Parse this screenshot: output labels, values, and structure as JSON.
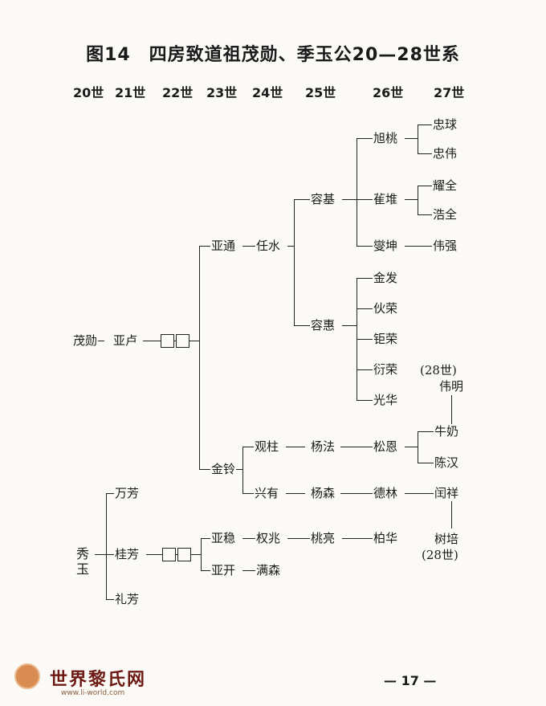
{
  "title": "图14　四房致道祖茂勋、季玉公20—28世系",
  "generations": [
    "20世",
    "21世",
    "22世",
    "23世",
    "24世",
    "25世",
    "26世",
    "27世"
  ],
  "people": {
    "maoxun": "茂勋",
    "yalu": "亚卢",
    "yatong": "亚通",
    "renshui": "任水",
    "rongji": "容基",
    "rongkui": "容惠",
    "xutao": "旭桃",
    "zhongqiu": "忠球",
    "zhongwei": "忠伟",
    "quedui": "雈堆",
    "yaoquan": "耀全",
    "haoquan": "浩全",
    "xiekun": "燮坤",
    "weiqiang": "伟强",
    "jinfa": "金发",
    "fuorong": "伙荣",
    "jurong": "钜荣",
    "yanrong": "衍荣",
    "guanghua": "光华",
    "gen28_label_a": "(28世)",
    "weiming": "伟明",
    "jinling": "金铃",
    "guanzhu": "观柱",
    "yangfa": "杨法",
    "songen": "松恩",
    "niunai": "牛奶",
    "chenhan": "陈汉",
    "xingyou": "兴有",
    "yangsen": "杨森",
    "delin": "德林",
    "runxiang": "闰祥",
    "shupei": "树培",
    "gen28_label_b": "(28世)",
    "xiuyu": "秀玉",
    "wanfang": "万芳",
    "guifang": "桂芳",
    "lifang": "礼芳",
    "yawen": "亚稳",
    "quanzhao": "权兆",
    "taoliang": "桃亮",
    "baihua": "柏华",
    "yakai": "亚开",
    "mansen": "满森"
  },
  "footer": {
    "logo_text": "世界黎氏网",
    "logo_url": "www.li-world.com",
    "page_number": "— 17 —"
  }
}
